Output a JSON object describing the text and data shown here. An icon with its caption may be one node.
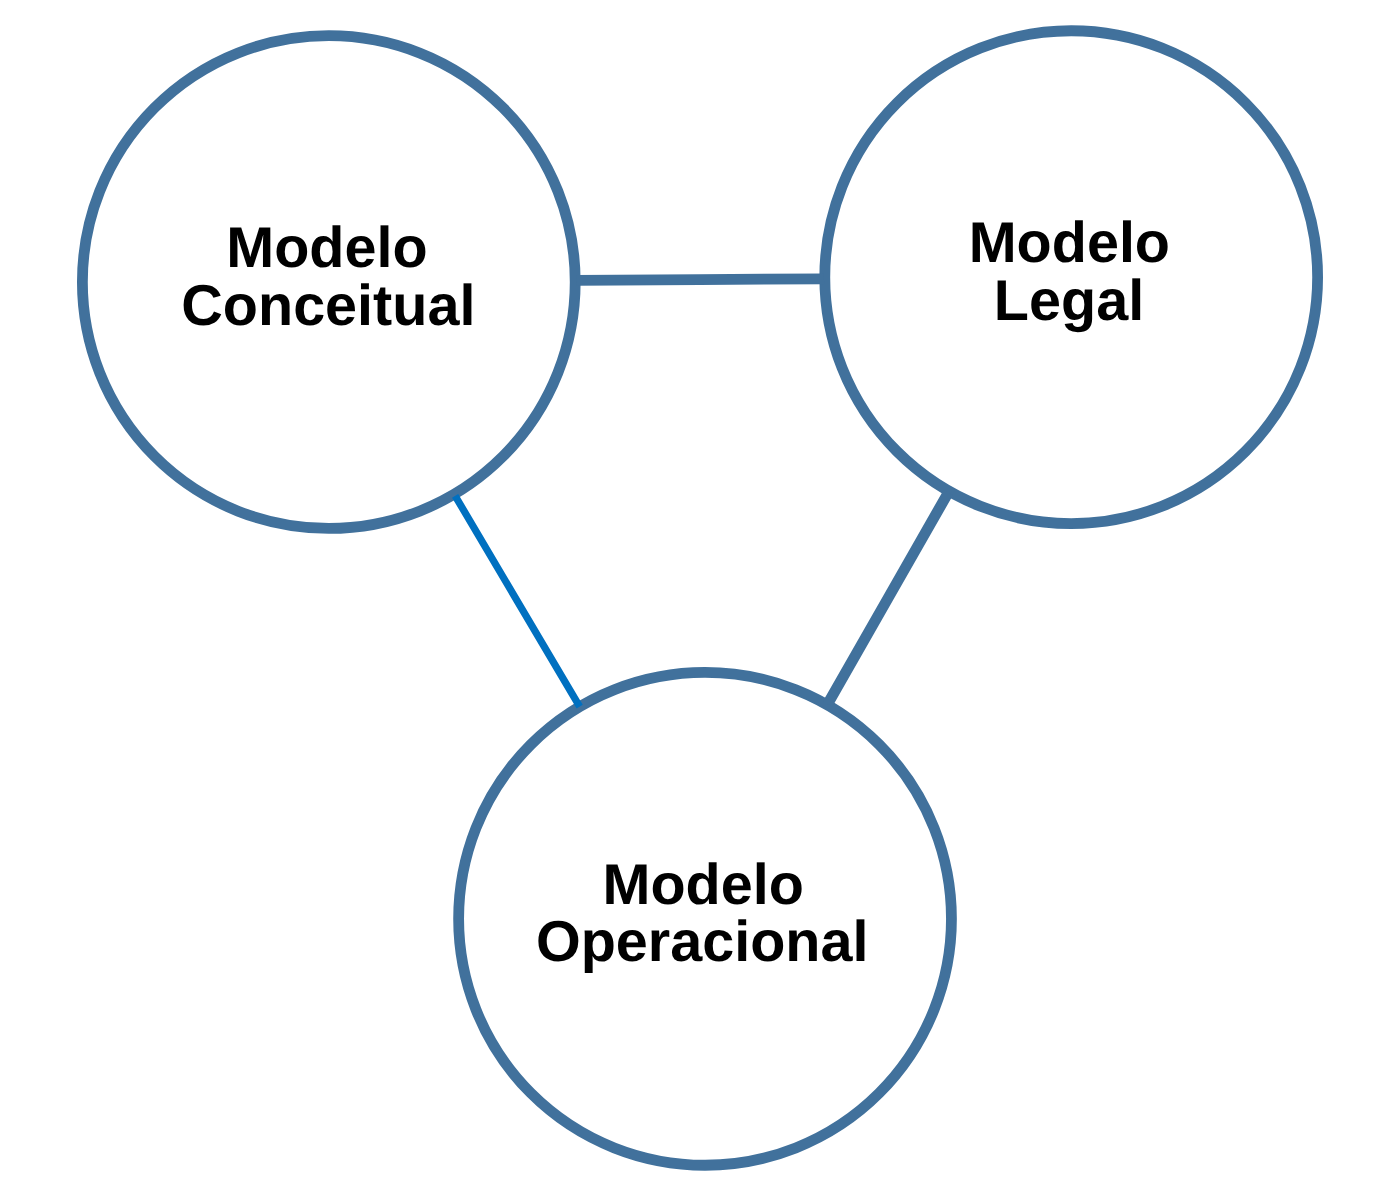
{
  "diagram": {
    "nodes": [
      {
        "text": [
          "Modelo Conceitual"
        ]
      },
      {
        "text": [
          "Modelo Legal"
        ]
      },
      {
        "text": [
          "Modelo Operacional"
        ]
      }
    ],
    "edges": [
      {
        "from": 1,
        "to": 0,
        "arrow": "none"
      },
      {
        "from": 0,
        "to": 2,
        "arrow": "none",
        "color": "#0070c0"
      },
      {
        "from": 1,
        "to": 2,
        "arrow": "none"
      }
    ]
  }
}
